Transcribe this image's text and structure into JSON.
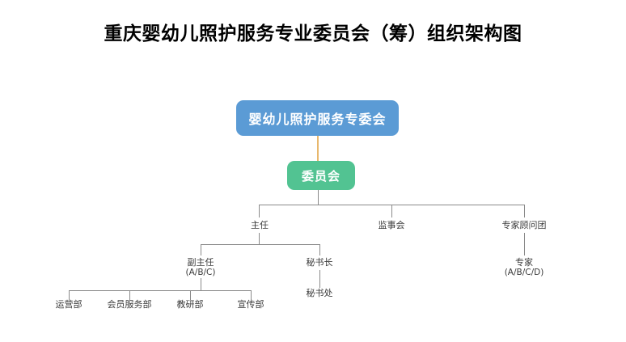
{
  "title": "重庆婴幼儿照护服务专业委员会（筹）组织架构图",
  "colors": {
    "background": "#FFFFFF",
    "root_box": "#5B9BD5",
    "committee_box": "#52C392",
    "connector": "#8A8A8A",
    "accent_connector": "#E8B86D",
    "text": "#3B3B3B",
    "title_text": "#000000"
  },
  "chart_data": {
    "type": "diagram",
    "diagram_type": "organizational-chart",
    "title": "重庆婴幼儿照护服务专业委员会（筹）组织架构图",
    "nodes": [
      {
        "id": "root",
        "label": "婴幼儿照护服务专委会",
        "level": 1,
        "style": "filled-blue"
      },
      {
        "id": "committee",
        "label": "委员会",
        "level": 2,
        "style": "filled-green"
      },
      {
        "id": "director",
        "label": "主任",
        "level": 3,
        "style": "plain-text"
      },
      {
        "id": "supervisory",
        "label": "监事会",
        "level": 3,
        "style": "plain-text"
      },
      {
        "id": "advisory",
        "label": "专家顾问团",
        "level": 3,
        "style": "plain-text"
      },
      {
        "id": "deputy",
        "label": "副主任",
        "sublabel": "(A/B/C)",
        "level": 4,
        "style": "plain-text"
      },
      {
        "id": "secgen",
        "label": "秘书长",
        "level": 4,
        "style": "plain-text"
      },
      {
        "id": "expert",
        "label": "专家",
        "sublabel": "(A/B/C/D)",
        "level": 4,
        "style": "plain-text"
      },
      {
        "id": "secretariat",
        "label": "秘书处",
        "level": 5,
        "style": "plain-text"
      },
      {
        "id": "ops",
        "label": "运营部",
        "level": 5,
        "style": "plain-text"
      },
      {
        "id": "member",
        "label": "会员服务部",
        "level": 5,
        "style": "plain-text"
      },
      {
        "id": "research",
        "label": "教研部",
        "level": 5,
        "style": "plain-text"
      },
      {
        "id": "publicity",
        "label": "宣传部",
        "level": 5,
        "style": "plain-text"
      }
    ],
    "edges": [
      {
        "from": "root",
        "to": "committee",
        "color": "#E8B86D"
      },
      {
        "from": "committee",
        "to": "director",
        "color": "#8A8A8A"
      },
      {
        "from": "committee",
        "to": "supervisory",
        "color": "#8A8A8A"
      },
      {
        "from": "committee",
        "to": "advisory",
        "color": "#8A8A8A"
      },
      {
        "from": "director",
        "to": "deputy",
        "color": "#8A8A8A"
      },
      {
        "from": "director",
        "to": "secgen",
        "color": "#8A8A8A"
      },
      {
        "from": "secgen",
        "to": "secretariat",
        "color": "#8A8A8A"
      },
      {
        "from": "advisory",
        "to": "expert",
        "color": "#8A8A8A"
      },
      {
        "from": "deputy",
        "to": "ops",
        "color": "#8A8A8A"
      },
      {
        "from": "deputy",
        "to": "member",
        "color": "#8A8A8A"
      },
      {
        "from": "deputy",
        "to": "research",
        "color": "#8A8A8A"
      },
      {
        "from": "deputy",
        "to": "publicity",
        "color": "#8A8A8A"
      }
    ]
  },
  "nodes": {
    "root": {
      "label": "婴幼儿照护服务专委会"
    },
    "committee": {
      "label": "委员会"
    },
    "director": {
      "label": "主任"
    },
    "supervisory": {
      "label": "监事会"
    },
    "advisory": {
      "label": "专家顾问团"
    },
    "deputy": {
      "label": "副主任",
      "sublabel": "(A/B/C)"
    },
    "secgen": {
      "label": "秘书长"
    },
    "expert": {
      "label": "专家",
      "sublabel": "(A/B/C/D)"
    },
    "secretariat": {
      "label": "秘书处"
    },
    "ops": {
      "label": "运营部"
    },
    "member": {
      "label": "会员服务部"
    },
    "research": {
      "label": "教研部"
    },
    "publicity": {
      "label": "宣传部"
    }
  }
}
